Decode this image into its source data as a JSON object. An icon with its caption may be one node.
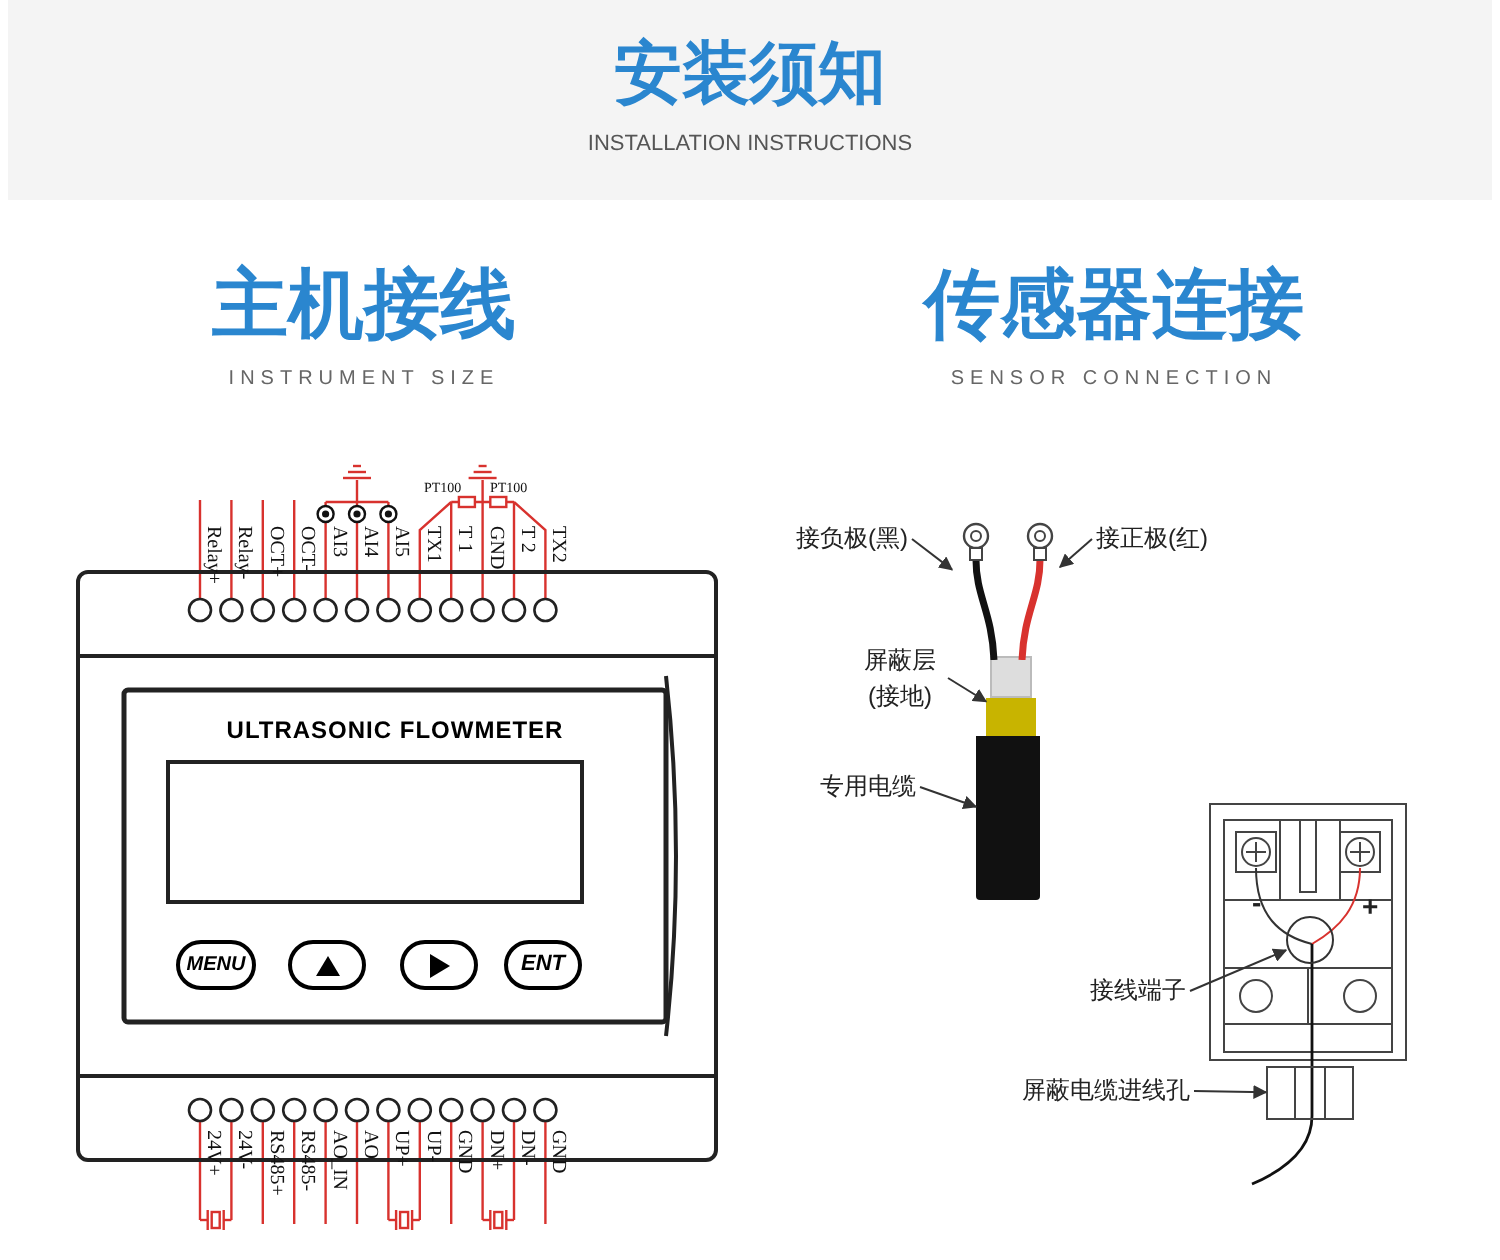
{
  "diagram": {
    "title": "安装须知",
    "nodes": [
      {
        "text": [
          "ULTRASONIC FLOWMETER"
        ]
      },
      {
        "text": [
          "MENU"
        ],
        "in": 0
      },
      {
        "text": [],
        "shape": "button",
        "in": 0
      },
      {
        "text": [],
        "shape": "button",
        "in": 0
      },
      {
        "text": [
          "ENT"
        ],
        "in": 0
      },
      {
        "text": [
          "接负极(黑)"
        ]
      },
      {
        "text": [
          "接正极(红)"
        ]
      },
      {
        "text": [
          "屏蔽层(接地)"
        ]
      },
      {
        "text": [
          "专用电缆"
        ]
      },
      {
        "text": [
          "接线端子"
        ]
      },
      {
        "text": [
          "屏蔽电缆进线孔"
        ]
      },
      {
        "text": [],
        "shape": "wire"
      },
      {
        "text": [],
        "shape": "wire"
      },
      {
        "text": [],
        "shape": "bar"
      },
      {
        "text": [],
        "shape": "cylinder"
      },
      {
        "text": [],
        "shape": "circle"
      },
      {
        "text": [],
        "shape": "box"
      }
    ],
    "edges": [
      {
        "from": 5,
        "to": 11,
        "arrow": "to"
      },
      {
        "from": 6,
        "to": 12,
        "arrow": "to"
      },
      {
        "from": 7,
        "to": 13,
        "arrow": "to"
      },
      {
        "from": 8,
        "to": 14,
        "arrow": "to"
      },
      {
        "from": 9,
        "to": 15,
        "arrow": "to"
      },
      {
        "from": 10,
        "to": 16,
        "arrow": "to"
      }
    ],
    "labels": [
      "INSTALLATION INSTRUCTIONS",
      "主机接线",
      "INSTRUMENT SIZE",
      "传感器连接",
      "SENSOR CONNECTION",
      "PT100",
      "PT100",
      "Relay+",
      "Relay-",
      "OCT+",
      "OCT-",
      "AI3",
      "AI4",
      "AI5",
      "TX1",
      "T 1",
      "GND",
      "T 2",
      "TX2",
      "24V+",
      "24V-",
      "RS485+",
      "RS485-",
      "AO_IN",
      "AO",
      "UP+",
      "UP-",
      "GND",
      "DN+",
      "DN-",
      "GND",
      "-",
      "+"
    ]
  }
}
